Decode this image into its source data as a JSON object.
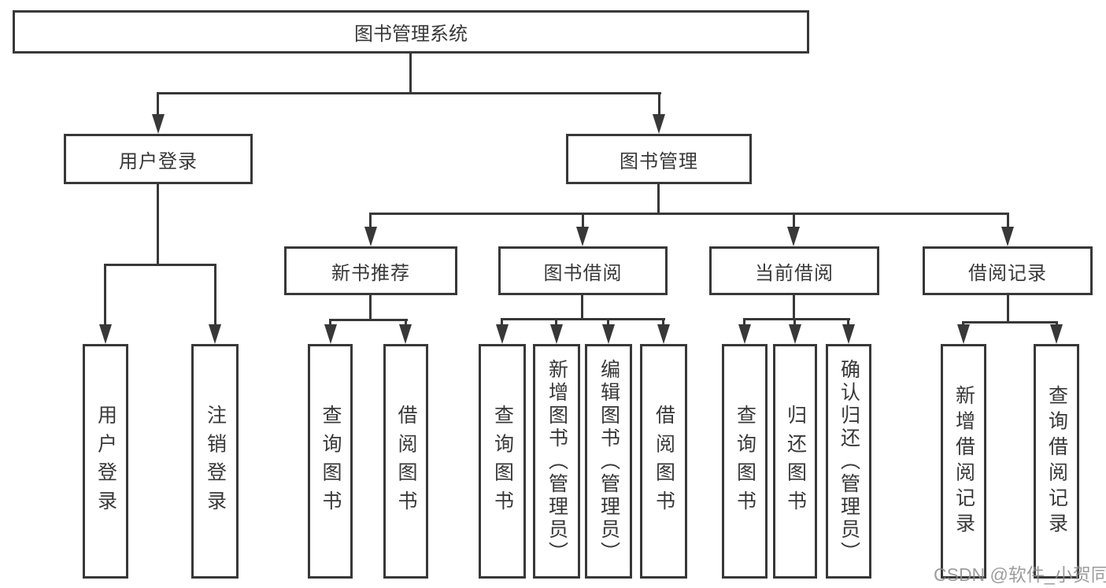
{
  "diagram": {
    "root": {
      "label": "图书管理系统"
    },
    "branches": [
      {
        "label": "用户登录",
        "children": [
          {
            "label": "用户登录"
          },
          {
            "label": "注销登录"
          }
        ]
      },
      {
        "label": "图书管理",
        "children": [
          {
            "label": "新书推荐",
            "children": [
              {
                "label": "查询图书"
              },
              {
                "label": "借阅图书"
              }
            ]
          },
          {
            "label": "图书借阅",
            "children": [
              {
                "label": "查询图书"
              },
              {
                "label": "新增图书（管理员）"
              },
              {
                "label": "编辑图书（管理员）"
              },
              {
                "label": "借阅图书"
              }
            ]
          },
          {
            "label": "当前借阅",
            "children": [
              {
                "label": "查询图书"
              },
              {
                "label": "归还图书"
              },
              {
                "label": "确认归还（管理员）"
              }
            ]
          },
          {
            "label": "借阅记录",
            "children": [
              {
                "label": "新增借阅记录"
              },
              {
                "label": "查询借阅记录"
              }
            ]
          }
        ]
      }
    ]
  },
  "watermark": {
    "text": "CSDN @软件_小贺同学"
  },
  "colors": {
    "line": "#383838",
    "text": "#383838",
    "background": "#ffffff",
    "watermark": "#8c8c8c"
  }
}
